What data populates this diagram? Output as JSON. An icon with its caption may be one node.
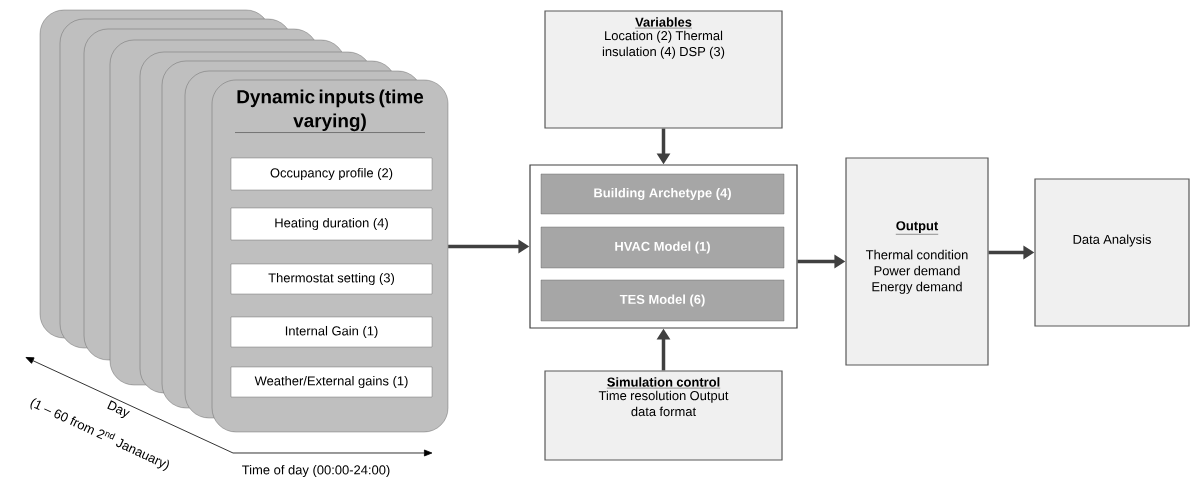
{
  "diagram": {
    "nodes": [
      {
        "text": [
          "Dynamic inputs (time varying)"
        ]
      },
      {
        "text": [
          "Occupancy profile (2)"
        ],
        "in": 0
      },
      {
        "text": [
          "Heating duration (4)"
        ],
        "in": 0
      },
      {
        "text": [
          "Thermostat setting (3)"
        ],
        "in": 0
      },
      {
        "text": [
          "Internal Gain (1)"
        ],
        "in": 0
      },
      {
        "text": [
          "Weather/External gains (1)"
        ],
        "in": 0
      },
      {
        "text": [
          "Variables",
          "Location (2) Thermal insulation (4) DSP (3)"
        ]
      },
      {
        "text": [],
        "shape": "box"
      },
      {
        "text": [
          "Building Archetype (4)"
        ],
        "in": 7
      },
      {
        "text": [
          "HVAC Model (1)"
        ],
        "in": 7
      },
      {
        "text": [
          "TES Model (6)"
        ],
        "in": 7
      },
      {
        "text": [
          "Simulation control",
          "Time resolution Output data format"
        ]
      },
      {
        "text": [
          "Output",
          "Thermal condition Power demand Energy demand"
        ]
      },
      {
        "text": [
          "Data Analysis"
        ]
      }
    ],
    "edges": [
      {
        "from": 0,
        "to": 7,
        "arrow": "to"
      },
      {
        "from": 6,
        "to": 7,
        "arrow": "to"
      },
      {
        "from": 11,
        "to": 7,
        "arrow": "to"
      },
      {
        "from": 7,
        "to": 12,
        "arrow": "to"
      },
      {
        "from": 12,
        "to": 13,
        "arrow": "to"
      }
    ],
    "labels": [
      "Day",
      "(1 – 60 from 2$^{nd}$ Janauary)",
      "Time of day (00:00-24:00)"
    ]
  }
}
